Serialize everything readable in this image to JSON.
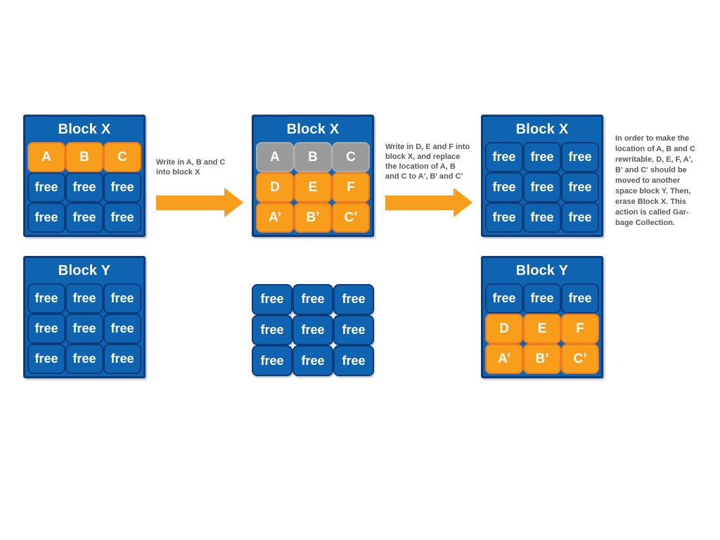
{
  "colors": {
    "blue": "#0E64B0",
    "navy": "#0C3C7C",
    "orange": "#F99E1B",
    "orange_border": "#EE7B20",
    "gray": "#9A9A9A",
    "gray_border": "#ABABAB",
    "arrow": "#F99D1C",
    "text": "#58595B"
  },
  "blocks": [
    {
      "title": "Block X",
      "cells": [
        {
          "label": "A",
          "state": "used"
        },
        {
          "label": "B",
          "state": "used"
        },
        {
          "label": "C",
          "state": "used"
        },
        {
          "label": "free",
          "state": "free"
        },
        {
          "label": "free",
          "state": "free"
        },
        {
          "label": "free",
          "state": "free"
        },
        {
          "label": "free",
          "state": "free"
        },
        {
          "label": "free",
          "state": "free"
        },
        {
          "label": "free",
          "state": "free"
        }
      ]
    },
    {
      "title": "Block X",
      "cells": [
        {
          "label": "A",
          "state": "stale"
        },
        {
          "label": "B",
          "state": "stale"
        },
        {
          "label": "C",
          "state": "stale"
        },
        {
          "label": "D",
          "state": "used"
        },
        {
          "label": "E",
          "state": "used"
        },
        {
          "label": "F",
          "state": "used"
        },
        {
          "label": "A’",
          "state": "used"
        },
        {
          "label": "B’",
          "state": "used"
        },
        {
          "label": "C’",
          "state": "used"
        }
      ]
    },
    {
      "title": "Block X",
      "cells": [
        {
          "label": "free",
          "state": "free"
        },
        {
          "label": "free",
          "state": "free"
        },
        {
          "label": "free",
          "state": "free"
        },
        {
          "label": "free",
          "state": "free"
        },
        {
          "label": "free",
          "state": "free"
        },
        {
          "label": "free",
          "state": "free"
        },
        {
          "label": "free",
          "state": "free"
        },
        {
          "label": "free",
          "state": "free"
        },
        {
          "label": "free",
          "state": "free"
        }
      ]
    },
    {
      "title": "Block Y",
      "cells": [
        {
          "label": "free",
          "state": "free"
        },
        {
          "label": "free",
          "state": "free"
        },
        {
          "label": "free",
          "state": "free"
        },
        {
          "label": "free",
          "state": "free"
        },
        {
          "label": "free",
          "state": "free"
        },
        {
          "label": "free",
          "state": "free"
        },
        {
          "label": "free",
          "state": "free"
        },
        {
          "label": "free",
          "state": "free"
        },
        {
          "label": "free",
          "state": "free"
        }
      ]
    },
    {
      "title": null,
      "cells": [
        {
          "label": "free",
          "state": "free"
        },
        {
          "label": "free",
          "state": "free"
        },
        {
          "label": "free",
          "state": "free"
        },
        {
          "label": "free",
          "state": "free"
        },
        {
          "label": "free",
          "state": "free"
        },
        {
          "label": "free",
          "state": "free"
        },
        {
          "label": "free",
          "state": "free"
        },
        {
          "label": "free",
          "state": "free"
        },
        {
          "label": "free",
          "state": "free"
        }
      ]
    },
    {
      "title": "Block Y",
      "cells": [
        {
          "label": "free",
          "state": "free"
        },
        {
          "label": "free",
          "state": "free"
        },
        {
          "label": "free",
          "state": "free"
        },
        {
          "label": "D",
          "state": "used"
        },
        {
          "label": "E",
          "state": "used"
        },
        {
          "label": "F",
          "state": "used"
        },
        {
          "label": "A’",
          "state": "used"
        },
        {
          "label": "B’",
          "state": "used"
        },
        {
          "label": "C’",
          "state": "used"
        }
      ]
    }
  ],
  "annotations": [
    {
      "text": "Write in A, B and C\ninto block X"
    },
    {
      "text": "Write in D, E and F into\nblock X, and replace\nthe location of A, B\nand C to A', B' and C'"
    },
    {
      "text": "In order to make the\nlocation of A, B and C\nrewritable, D, E, F, A',\nB' and C' should be\nmoved to another\nspace block Y. Then,\nerase Block X. This\naction is called Gar-\nbage Collection."
    }
  ]
}
